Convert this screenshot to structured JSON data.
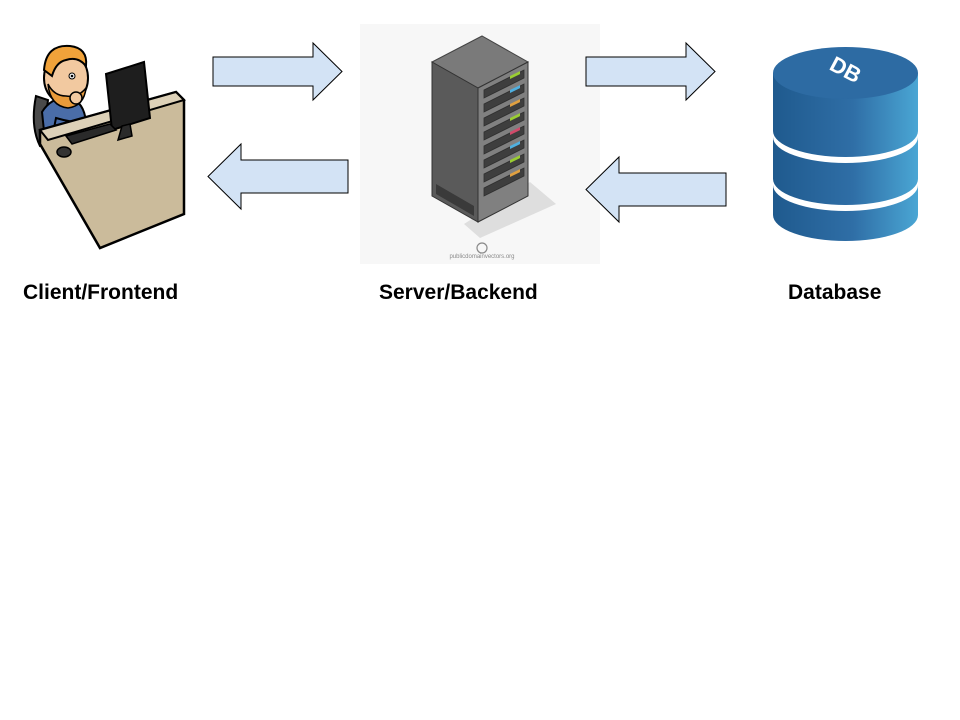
{
  "diagram": {
    "nodes": [
      {
        "id": "client",
        "label": "Client/Frontend",
        "icon": "person-at-desk-icon"
      },
      {
        "id": "server",
        "label": "Server/Backend",
        "icon": "server-rack-icon"
      },
      {
        "id": "database",
        "label": "Database",
        "icon": "database-cylinder-icon",
        "icon_text": "DB"
      }
    ],
    "edges": [
      {
        "from": "client",
        "to": "server",
        "direction": "right"
      },
      {
        "from": "server",
        "to": "client",
        "direction": "left"
      },
      {
        "from": "server",
        "to": "database",
        "direction": "right"
      },
      {
        "from": "database",
        "to": "server",
        "direction": "left"
      }
    ],
    "watermark": "publicdomainvectors.org",
    "colors": {
      "arrow_fill": "#d3e3f5",
      "arrow_stroke": "#000000",
      "db_top": "#3a78ad",
      "db_body": "#2c6597",
      "server_body": "#6e6e6e",
      "desk": "#cbbb9b",
      "person_hair": "#f0a23a",
      "person_shirt": "#4a6da8"
    }
  }
}
